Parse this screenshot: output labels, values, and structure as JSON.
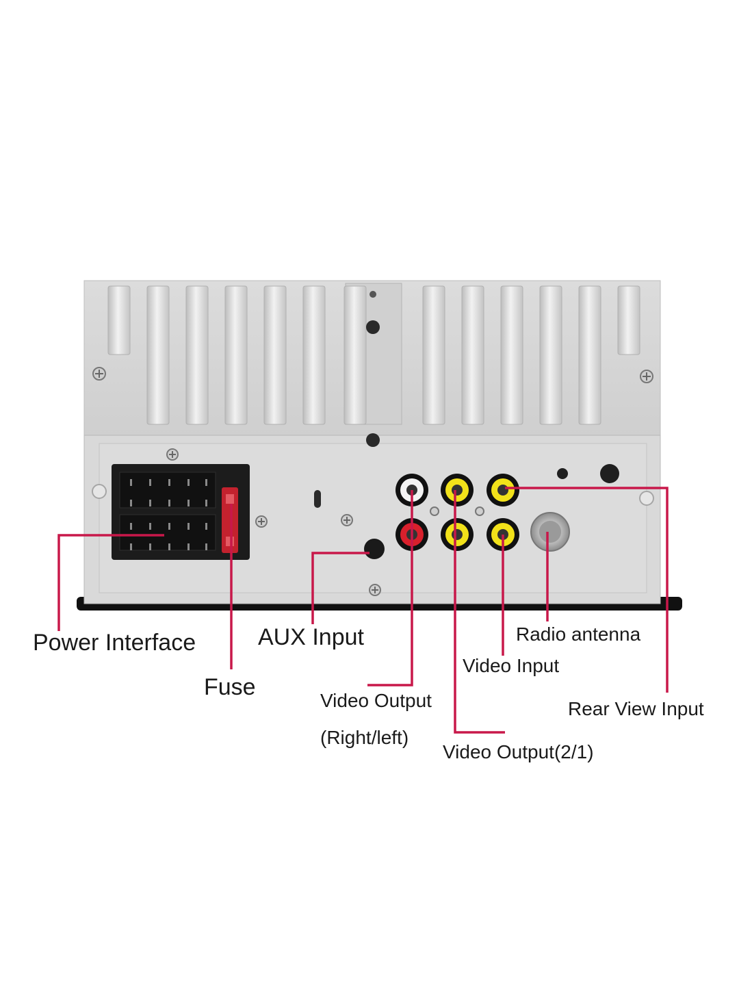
{
  "labels": {
    "power_interface": "Power Interface",
    "fuse": "Fuse",
    "aux_input": "AUX Input",
    "video_output_rl_line1": "Video Output",
    "video_output_rl_line2": "(Right/left)",
    "video_output_21": "Video Output(2/1)",
    "video_input": "Video Input",
    "radio_antenna": "Radio antenna",
    "rear_view_input": "Rear View Input"
  },
  "colors": {
    "leader_line": "#c8184a",
    "chassis": "#d6d6d6",
    "rca_yellow": "#f2e21a",
    "rca_red": "#d8202c",
    "rca_white": "#f4f4f4"
  }
}
